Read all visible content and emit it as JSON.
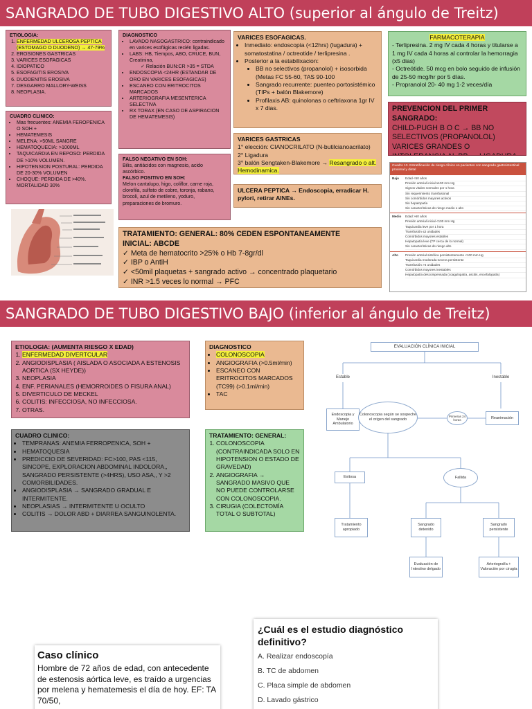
{
  "upper_title": "SANGRADO DE TUBO DIGESTIVO ALTO (superior al ángulo de Treitz)",
  "lower_title": "SANGRADO DE TUBO DIGESTIVO BAJO (inferior al ángulo de Treitz)",
  "upper": {
    "etiologia": {
      "title": "ETIOLOGIA:",
      "items": [
        "ENFERMEDAD ULCEROSA PEPTICA (ESTOMAGO O DUODENO) → 47-79%",
        "EROSIONES GASTRICAS",
        "VARICES ESOFAGICAS",
        "IDIOPATICO",
        "ESOFAGITIS EROSIVA",
        "DUODENITIS EROSIVA",
        "DESGARRO MALLORY-WEISS",
        "NEOPLASIA."
      ]
    },
    "cuadro": {
      "title": "CUADRO CLINICO:",
      "items": [
        "Mas frecuentes: ANEMIA FEROPENICA O SOH +",
        "HEMATEMESIS",
        "MELENA: >50ML SANGRE",
        "HEMATOQUECIA: >1000ML",
        "TAQUICARDIA EN REPOSO: PERDIDA DE >10% VOLUMEN.",
        "HIPOTENSION POSTURAL: PERDIDA DE 20-30% VOLUMEN",
        "CHOQUE: PERDIDA DE >40%. MORTALIDAD 30%"
      ]
    },
    "diagnostico": {
      "title": "DIAGNOSTICO",
      "items": [
        "LAVADO NASOGASTRICO: contraindicado en varices esofágicas recién ligadas.",
        "LABS: HB, Tiempos, ABO, CRUCE, BUN, Creatinina,",
        "ENDOSCOPIA <24HR (ESTANDAR DE ORO EN VARICES ESOFAGICAS)",
        "ESCANEO CON ERITROCITOS MARCADOS",
        "ARTERIOGRAFIA MESENTERICA SELECTIVA",
        "RX TORAX (EN CASO DE ASPIRACION DE HEMATEMESIS)"
      ],
      "sub": "✓ Relación BUN:CR >35 = STDA"
    },
    "falso": {
      "neg_title": "FALSO NEGATIVO EN SOH:",
      "neg_text": "Bilis, antiácidos con magnesio, acido ascórbico.",
      "pos_title": "FALSO POSITIVO EN SOH:",
      "pos_text": "Melon cantalupo, higo, coliflor, carne roja, clorofila, sulfato de cobre, toronja, rabano, brocoli, azul de metileno, yoduro, preparaciones de bromuro."
    },
    "varices_esof": {
      "title": "VARICES ESOFAGICAS.",
      "l1": "Inmediato: endoscopia (<12hrs) (lugadura) + somatostatina / octreotide / terlipresina .",
      "l2": "Posterior a la estabilixacion:",
      "s1": "BB no selectivos (propanolol) + isosorbida (Metas FC 55-60, TAS 90-100",
      "s2": "Sangrado recurrente: puenteo portosistémico (TIPs + balón Blakemore)",
      "s3": "Profilaxis AB: quinolonas o ceftriaxona 1gr IV x 7 dias."
    },
    "varices_gast": {
      "title": "VARICES GASTRICAS",
      "l1": "1° elección: CIANOCRILATO (N-butilcianoacrilato)",
      "l2": "2° Ligadura",
      "l3a": "3° balón Sengtaken-Blakemore → ",
      "l3b": "Resangrado o alt. Hemodinamica."
    },
    "ulcera": "ULCERA PEPTICA → Endoscopia, erradicar H. pylori, retirar AINEs.",
    "farmaco": {
      "title": "FARMACOTERAPIA",
      "l1": "- Terlipresina. 2 mg IV cada 4 horas y titularse a 1 mg IV cada 4 horas al controlar la hemorragia (x5 dias)",
      "l2": "- Octreótide. 50 mcg en bolo seguido de infusión de 25-50 mcg/hr por 5 días.",
      "l3": "- Propranolol 20- 40 mg 1-2 veces/día"
    },
    "prevencion": {
      "title": "PREVENCION DEL PRIMER SANGRADO:",
      "text": "CHILD-PUGH B O C → BB NO SELECTIVOS (PROPANOLOL) VARICES GRANDES O INTOLERANCIA AL BB → LIGADURA."
    },
    "tratamiento": {
      "title": "TRATAMIENTO: GENERAL: 80% CEDEN ESPONTANEAMENTE",
      "sub": "INICIAL: ABCDE",
      "items": [
        "✓ Meta de hematocrito >25% o Hb 7-8gr/dl",
        "✓ IBP o AntiH",
        "✓ <50mil plaquetas + sangrado activo → concentrado plaquetario",
        "✓ INR >1.5 veces lo normal → PFC"
      ]
    },
    "cuadro13": {
      "title": "Cuadro 13. Estratificación de riesgo clínico en pacientes con sangrado gastrointestinal proximal y distal",
      "rows": [
        {
          "level": "Bajo",
          "items": [
            "Edad <60 años",
            "Presión arterial inicial ≥100 mm Hg",
            "Signos vitales normales por 1 hora",
            "Sin requerimiento transfusional",
            "Sin comórbidos mayores activos",
            "Sin hepatopatía",
            "Sin características de riesgo medio o alto"
          ]
        },
        {
          "level": "Medio",
          "items": [
            "Edad >60 años",
            "Presión arterial inicial <100 mm Hg",
            "Taquicardia leve por 1 hora",
            "Transfusión ≤4 unidades",
            "Comórbidos mayores estables",
            "Hepatopatía leve (TP cerca de lo normal)",
            "Sin características de riesgo alto"
          ]
        },
        {
          "level": "Alto",
          "items": [
            "Presión arterial sistólica persistentemente <100 mm Hg",
            "Taquicardia moderada-severa persistente",
            "Transfusión >4 unidades",
            "Comórbidos mayores inestables",
            "Hepatopatía descompensada (coagulopatía, ascitis, encefalopatía)"
          ]
        }
      ]
    }
  },
  "lower": {
    "etiologia": {
      "title": "ETIOLOGIA: (AUMENTA RIESGO X EDAD)",
      "items": [
        "ENFERMEDAD DIVERTCULAR",
        "ANGIODISPLASIA ( AISLADA O ASOCIADA A ESTENOSIS AORTICA (SX HEYDE))",
        "NEOPLASIA",
        "ENF. PERIANALES (HEMORROIDES O FISURA ANAL)",
        "DIVERTICULO DE MECKEL",
        "COLITIS: INFECCIOSA, NO INFECCIOSA.",
        "OTRAS."
      ]
    },
    "diagnostico": {
      "title": "DIAGNOSTICO",
      "items": [
        "COLONOSCOPIA",
        "ANGIOGRAFIA (>0.5ml/min)",
        "ESCANEO CON ERITROCITOS MARCADOS (TC99) (>0.1ml/min)",
        "TAC"
      ]
    },
    "cuadro": {
      "title": "CUADRO CLINICO:",
      "items": [
        "TEMPRANAS: ANEMIA FERROPENICA, SOH +",
        "HEMATOQUESIA",
        "PREDICCIO DE SEVERIDAD: FC>100, PAS <115, SINCOPE, EXPLORACION ABDOMINAL INDOLORA,, SANGRADO PERSISTENTE (>4HRS), USO ASA,, Y >2 COMORBILIDADES.",
        "ANGIODISPLASIA → SANGRADO GRADUAL E INTERMITENTE.",
        "NEOPLASIAS → INTERMITENTE U OCULTO",
        "COLITIS → DOLOR ABD + DIARREA SANGUINOLENTA."
      ]
    },
    "tratamiento": {
      "title": "TRATAMIENTO: GENERAL:",
      "items": [
        "COLONOSCOPIA (CONTRAINDICADA SOLO EN HIPOTENSION O ESTADO DE GRAVEDAD)",
        "ANGIOGRAFIA → SANGRADO MASIVO QUE NO PUEDE CONTROLARSE CON COLONOSCOPIA.",
        "CIRUGIA (COLECTOMÍA TOTAL O SUBTOTAL)"
      ]
    },
    "flow": {
      "title": "EVALUACIÓN CLÍNICA INICIAL",
      "estable": "Estable",
      "inestable": "Inestable",
      "endoscopia": "Endoscopia y Manejo Ambulatorio",
      "colonoscopia": "Colonoscopia según se sospeche el origen del sangrado",
      "primeras": "Primeras 24 horas",
      "reanimacion": "Reanimación",
      "exitosa": "Exitosa",
      "fallida": "Fallida",
      "tratamiento": "Tratamiento apropiado",
      "detenido": "Sangrado detenido",
      "persistente": "Sangrado persistente",
      "intestino": "Evaluación de Intestino delgado",
      "arterio": "Arteriografía + Valoración por cirugía"
    }
  },
  "caso": {
    "title": "Caso clínico",
    "text": "Hombre de 72 años de edad, con antecedente de estenosis aórtica leve, es traído a urgencias por melena y hematemesis el día de hoy. EF: TA 70/50,"
  },
  "pregunta": {
    "title": "¿Cuál es el estudio diagnóstico definitivo?",
    "options": [
      "A. Realizar endoscopía",
      "B. TC de abdomen",
      "C. Placa simple de abdomen",
      "D. Lavado gástrico"
    ]
  }
}
